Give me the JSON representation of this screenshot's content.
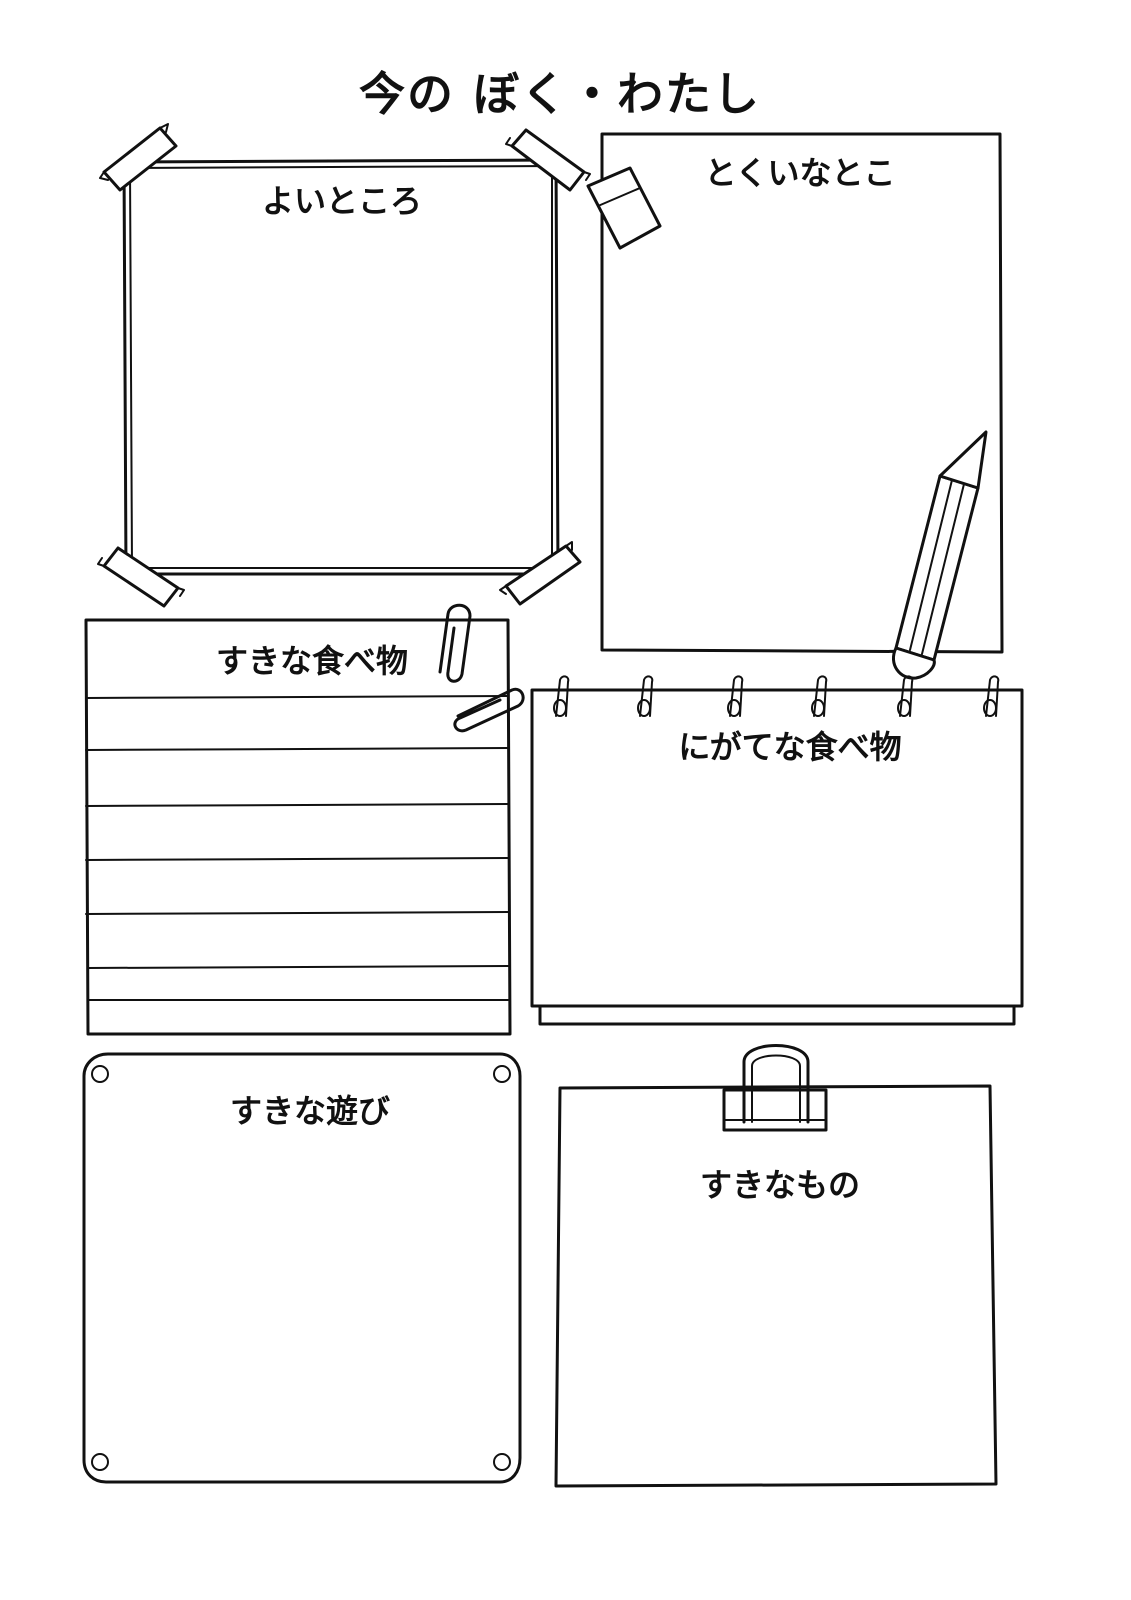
{
  "title": "今の ぼく・わたし",
  "sections": [
    {
      "label": "よいところ"
    },
    {
      "label": "とくいなとこ"
    },
    {
      "label": "すきな食べ物"
    },
    {
      "label": "にがてな食べ物"
    },
    {
      "label": "すきな遊び"
    },
    {
      "label": "すきなもの"
    }
  ]
}
